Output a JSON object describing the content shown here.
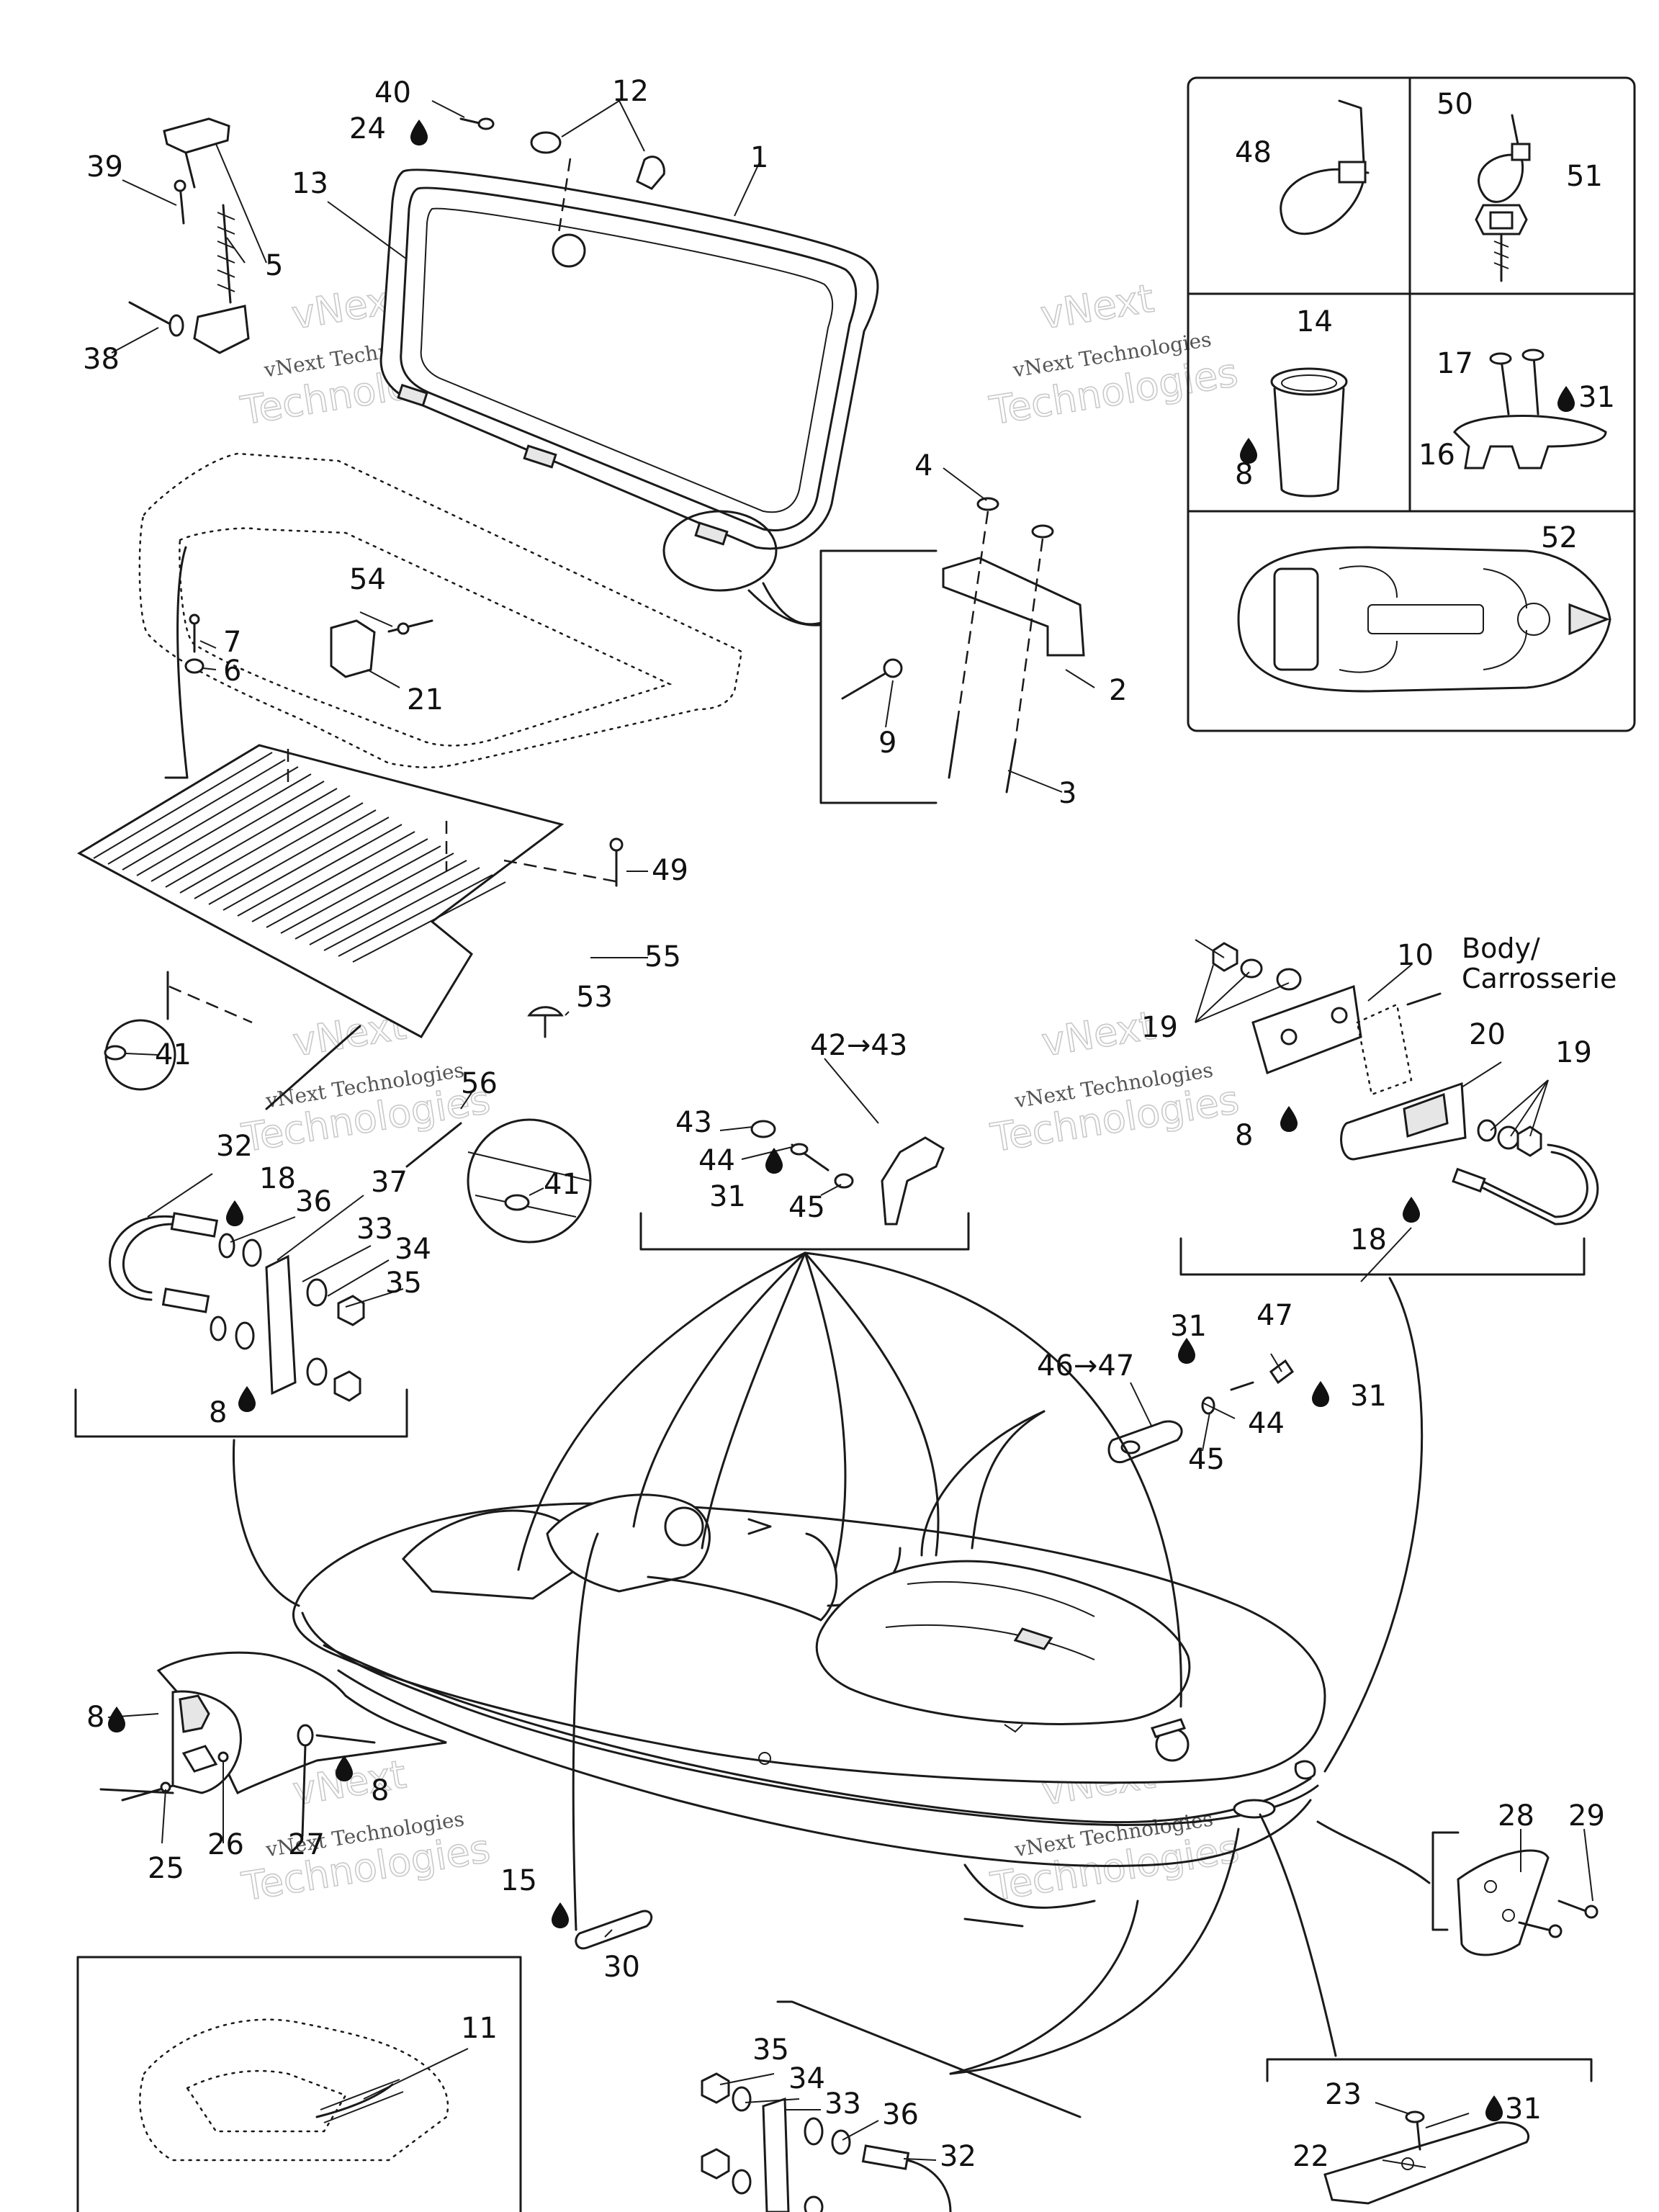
{
  "watermark": {
    "line1": "vNext",
    "line2": "Technologies",
    "line3": "vNext Technologies"
  },
  "note": {
    "body_label_1": "Body/",
    "body_label_2": "Carrosserie"
  },
  "callouts": {
    "c1": "1",
    "c2": "2",
    "c3": "3",
    "c4": "4",
    "c5": "5",
    "c6": "6",
    "c7": "7",
    "c8a": "8",
    "c8b": "8",
    "c8c": "8",
    "c8d": "8",
    "c8e": "8",
    "c9": "9",
    "c10": "10",
    "c11": "11",
    "c12": "12",
    "c13": "13",
    "c14": "14",
    "c15": "15",
    "c16": "16",
    "c17": "17",
    "c18a": "18",
    "c18b": "18",
    "c19a": "19",
    "c19b": "19",
    "c20": "20",
    "c21": "21",
    "c22": "22",
    "c23": "23",
    "c24": "24",
    "c25": "25",
    "c26": "26",
    "c27": "27",
    "c28": "28",
    "c29": "29",
    "c30": "30",
    "c31a": "31",
    "c31b": "31",
    "c31c": "31",
    "c31d": "31",
    "c31e": "31",
    "c32a": "32",
    "c32b": "32",
    "c33a": "33",
    "c33b": "33",
    "c34a": "34",
    "c34b": "34",
    "c35a": "35",
    "c35b": "35",
    "c36a": "36",
    "c36b": "36",
    "c37": "37",
    "c38": "38",
    "c39": "39",
    "c40": "40",
    "c41a": "41",
    "c41b": "41",
    "c4243": "42→43",
    "c43": "43",
    "c44a": "44",
    "c44b": "44",
    "c45a": "45",
    "c45b": "45",
    "c4647": "46→47",
    "c47": "47",
    "c48": "48",
    "c49": "49",
    "c50": "50",
    "c51": "51",
    "c52": "52",
    "c53": "53",
    "c54": "54",
    "c55": "55",
    "c56": "56"
  }
}
